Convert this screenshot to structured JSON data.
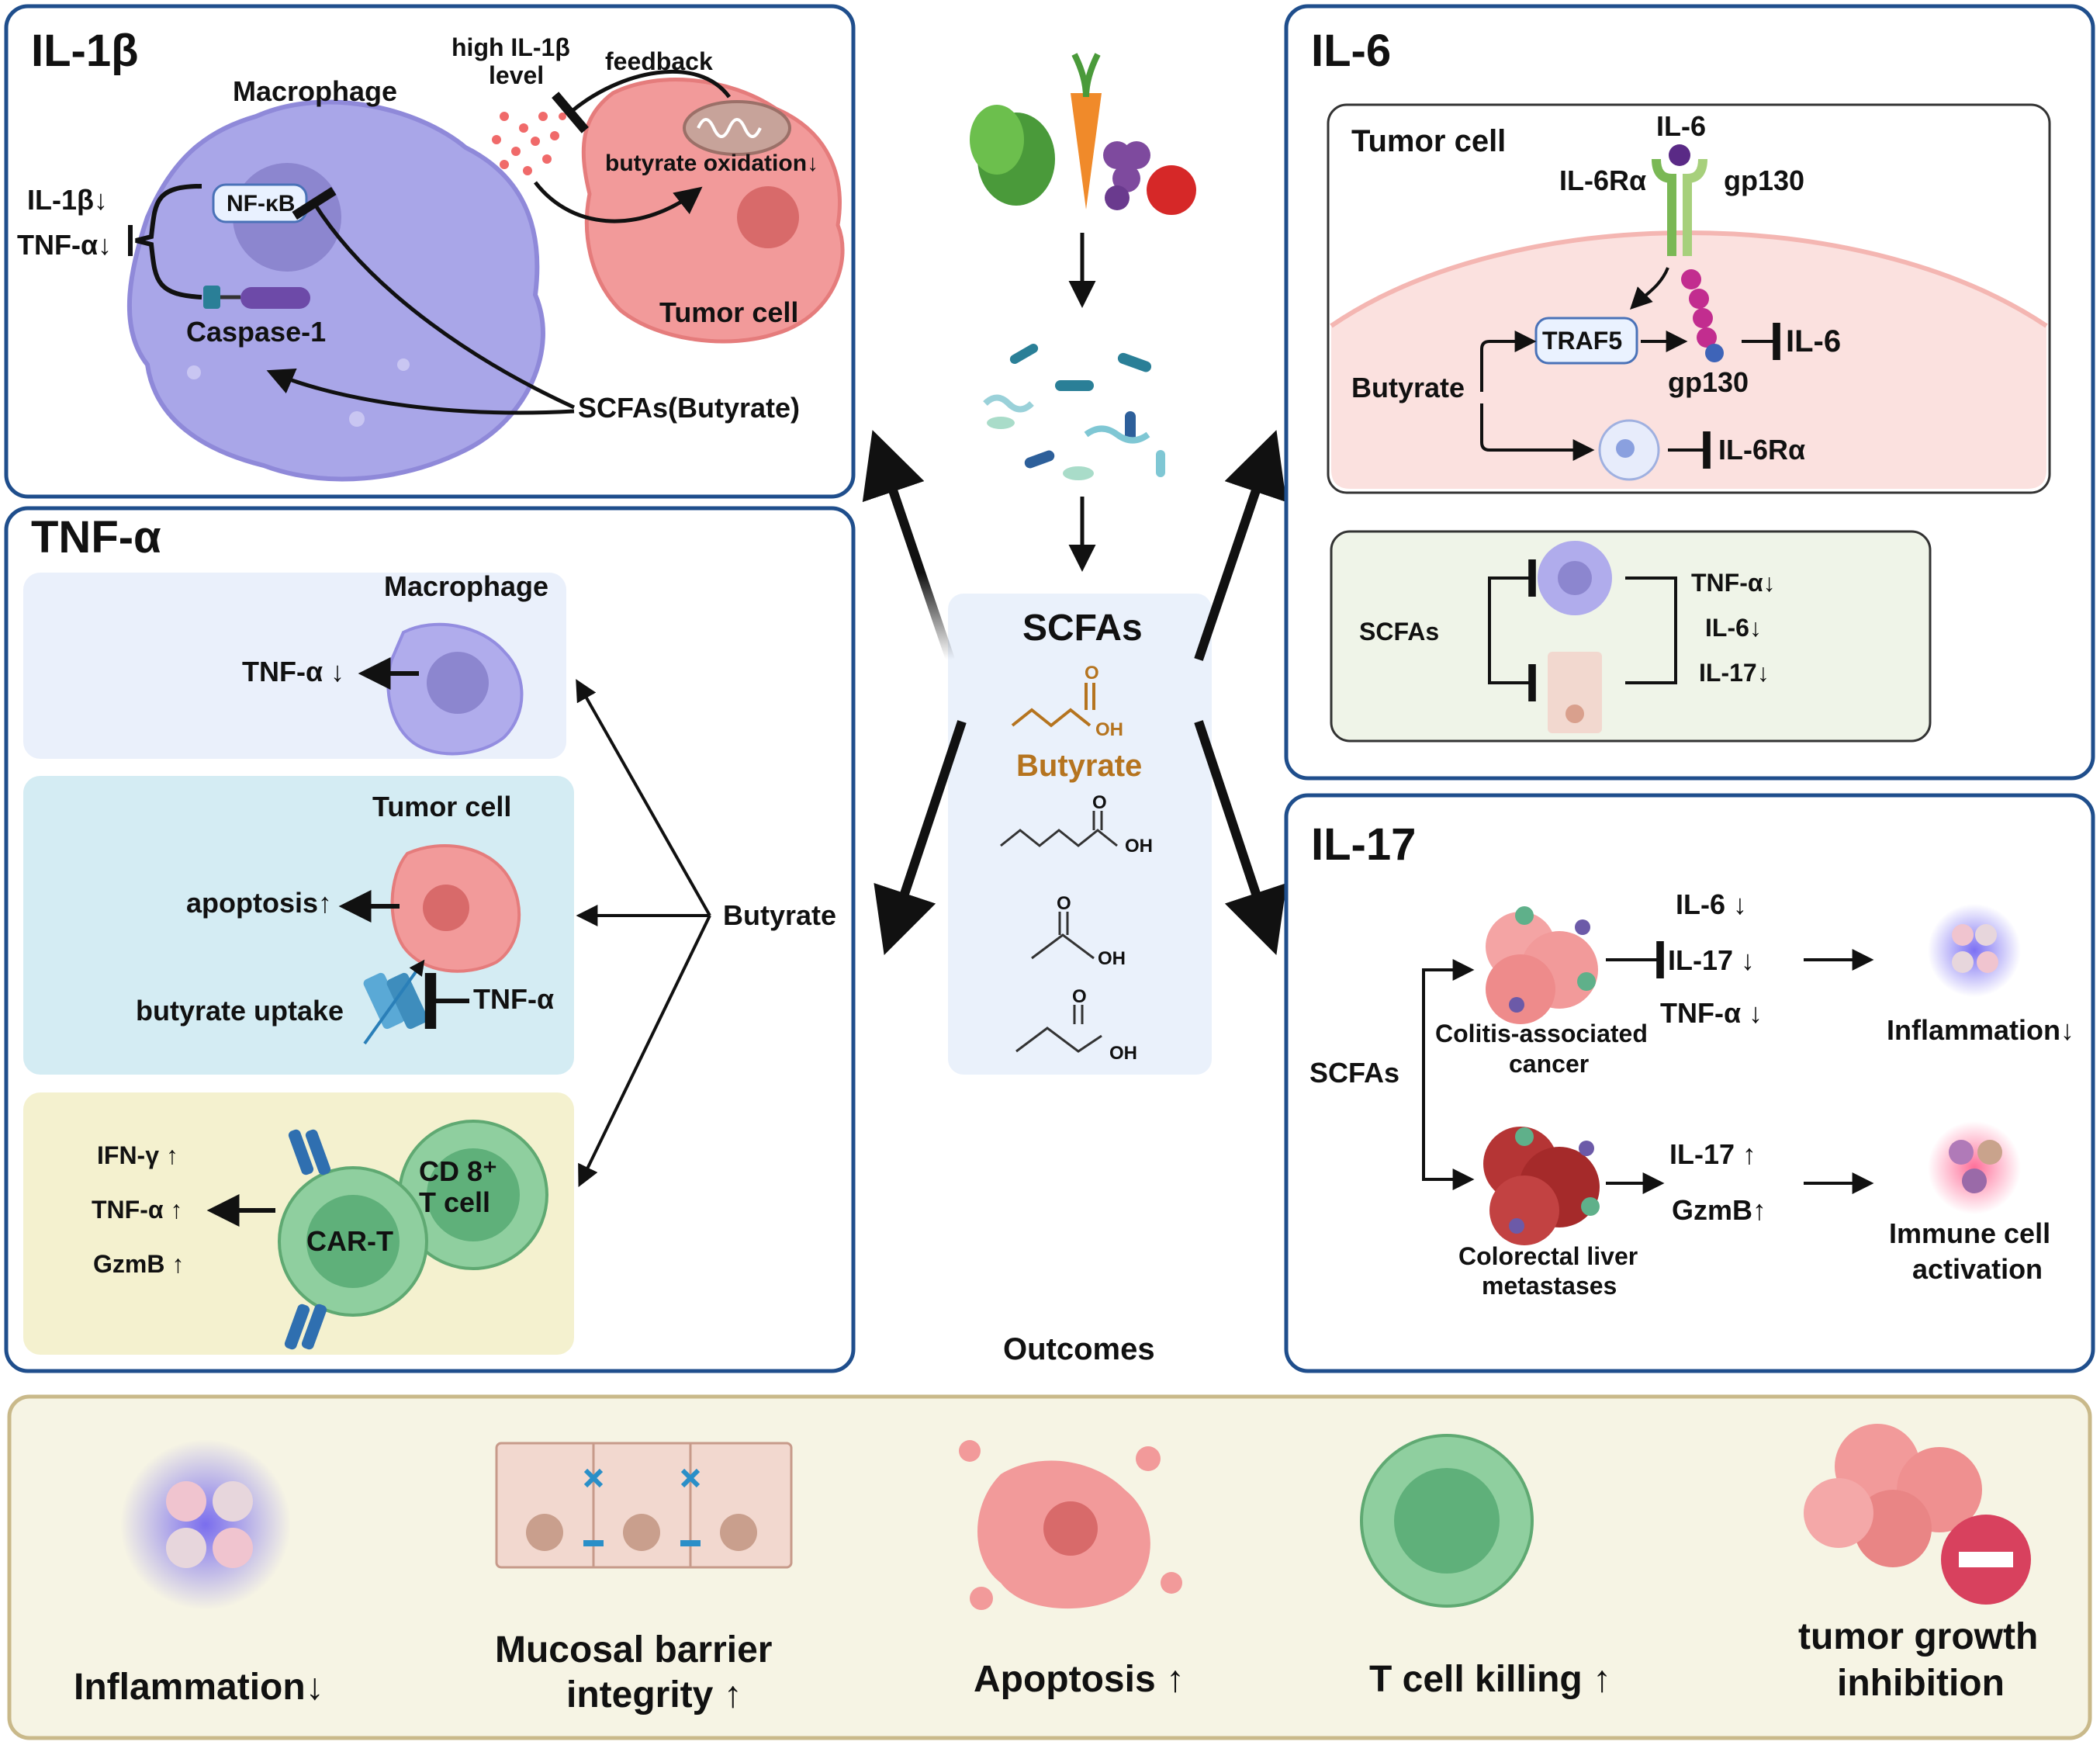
{
  "colors": {
    "panel_border": "#1f4e8c",
    "macrophage": "#a9a6e8",
    "tumor": "#f29a9a",
    "tumor_light": "#fbe1df",
    "butyrate": "#b5741f",
    "scfa_box": "#eaf1fb",
    "tcell": "#8fcf9f",
    "outcome_bg": "#f6f4e4",
    "outcome_border": "#c9b98a",
    "inhibit_red": "#d8415e"
  },
  "icons": [
    "vegetables-icon",
    "bacteria-icon",
    "macrophage-icon",
    "tumor-cell-icon",
    "mitochondria-icon",
    "receptor-icon",
    "transporter-icon",
    "car-t-icon",
    "epithelium-icon"
  ],
  "il1b": {
    "title": "IL-1β",
    "macrophage": "Macrophage",
    "nfkb": "NF-κB",
    "caspase": "Caspase-1",
    "il1b_down": "IL-1β↓",
    "tnfa_down": "TNF-α↓",
    "high_level_1": "high IL-1β",
    "high_level_2": "level",
    "feedback": "feedback",
    "oxidation": "butyrate oxidation↓",
    "tumor": "Tumor cell",
    "scfas": "SCFAs(Butyrate)"
  },
  "tnfa": {
    "title": "TNF-α",
    "macrophage": "Macrophage",
    "tnfa_down": "TNF-α ↓",
    "tumor": "Tumor cell",
    "apoptosis": "apoptosis↑",
    "uptake": "butyrate uptake",
    "tnfa": "TNF-α",
    "butyrate": "Butyrate",
    "ifng": "IFN-γ ↑",
    "tnfa_up": "TNF-α ↑",
    "gzmb": "GzmB ↑",
    "cd8_1": "CD 8⁺",
    "cd8_2": "T cell",
    "cart": "CAR-T"
  },
  "center": {
    "scfas": "SCFAs",
    "butyrate": "Butyrate",
    "oh1": "OH",
    "o1": "O",
    "oh2": "OH",
    "o2": "O",
    "oh3": "OH",
    "o3": "O",
    "oh4": "OH",
    "o4": "O"
  },
  "il6": {
    "title": "IL-6",
    "tumor": "Tumor cell",
    "il6_top": "IL-6",
    "il6ra": "IL-6Rα",
    "gp130": "gp130",
    "traf5": "TRAF5",
    "il6_inh": "IL-6",
    "gp130_2": "gp130",
    "butyrate": "Butyrate",
    "il6ra_inh": "IL-6Rα",
    "scfas": "SCFAs",
    "tnfa": "TNF-α↓",
    "il6": "IL-6↓",
    "il17": "IL-17↓"
  },
  "il17": {
    "title": "IL-17",
    "scfas": "SCFAs",
    "cac_1": "Colitis-associated",
    "cac_2": "cancer",
    "clm_1": "Colorectal liver",
    "clm_2": "metastases",
    "il6": "IL-6 ↓",
    "il17": "IL-17 ↓",
    "tnfa": "TNF-α ↓",
    "inflammation": "Inflammation↓",
    "il17_up": "IL-17 ↑",
    "gzmb_up": "GzmB↑",
    "immune_1": "Immune cell",
    "immune_2": "activation"
  },
  "outcomes": {
    "title": "Outcomes",
    "inflammation": "Inflammation↓",
    "mucosal_1": "Mucosal barrier",
    "mucosal_2": "integrity ↑",
    "apoptosis": "Apoptosis ↑",
    "tcell": "T cell killing ↑",
    "tumor_1": "tumor growth",
    "tumor_2": "inhibition"
  }
}
